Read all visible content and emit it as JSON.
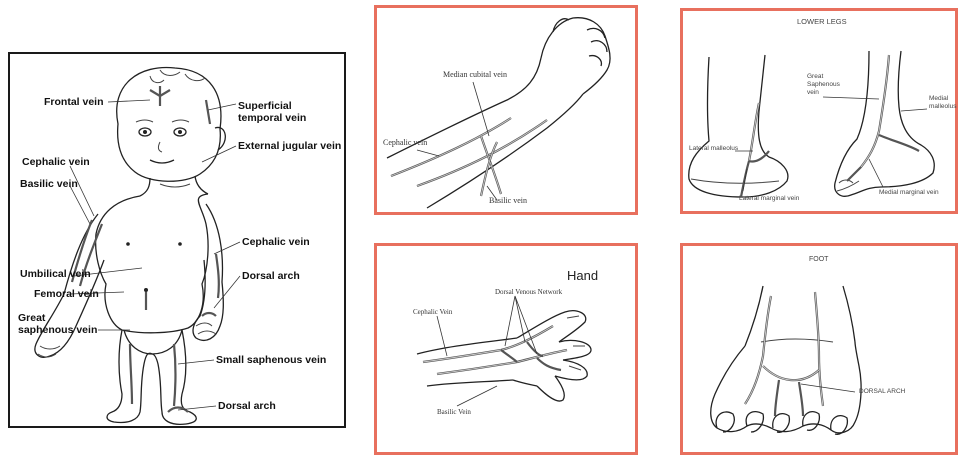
{
  "baby": {
    "labels": {
      "frontal": "Frontal vein",
      "superficial_1": "Superficial",
      "superficial_2": "temporal vein",
      "external_jugular": "External jugular vein",
      "cephalic_left": "Cephalic vein",
      "basilic": "Basilic vein",
      "cephalic_right": "Cephalic vein",
      "umbilical": "Umbilical vein",
      "dorsal_arch_hand": "Dorsal arch",
      "femoral": "Femoral vein",
      "great_saph_1": "Great",
      "great_saph_2": "saphenous vein",
      "small_saph": "Small saphenous vein",
      "dorsal_arch_foot": "Dorsal arch"
    }
  },
  "arm": {
    "labels": {
      "median_cubital": "Median cubital vein",
      "cephalic": "Cephalic vein",
      "basilic": "Basilic vein"
    }
  },
  "lower_legs": {
    "title": "LOWER LEGS",
    "labels": {
      "great_1": "Great",
      "great_2": "Saphenous",
      "great_3": "vein",
      "medial_1": "Medial",
      "medial_2": "malleolus",
      "lateral_malleolus": "Lateral malleolus",
      "lateral_marginal": "Lateral marginal vein",
      "medial_marginal": "Medial marginal vein"
    }
  },
  "hand": {
    "title": "Hand",
    "labels": {
      "dorsal_venous": "Dorsal Venous Network",
      "cephalic": "Cephalic Vein",
      "basilic": "Basilic Vein"
    }
  },
  "foot": {
    "title": "FOOT",
    "labels": {
      "dorsal_arch": "DORSAL ARCH"
    }
  }
}
